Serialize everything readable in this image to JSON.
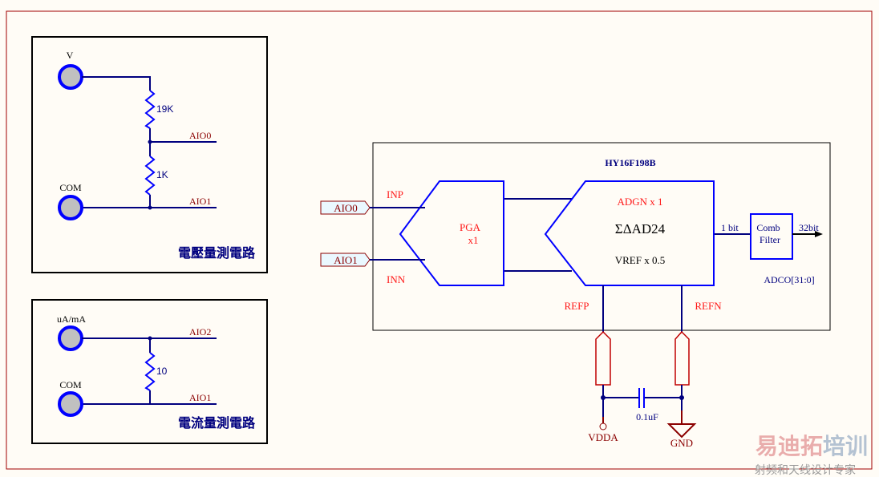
{
  "voltage_circuit": {
    "title": "電壓量測電路",
    "terminal_v": "V",
    "terminal_com": "COM",
    "r_top": "19K",
    "r_bottom": "1K",
    "net_out0": "AIO0",
    "net_out1": "AIO1"
  },
  "current_circuit": {
    "title": "電流量測電路",
    "terminal_in": "uA/mA",
    "terminal_com": "COM",
    "r_shunt": "10",
    "net_out0": "AIO2",
    "net_out1": "AIO1"
  },
  "chip": {
    "name": "HY16F198B",
    "port_in0": "AIO0",
    "port_in1": "AIO1",
    "inp": "INP",
    "inn": "INN",
    "pga_label": "PGA",
    "pga_gain": "x1",
    "adc_gain": "ADGN x 1",
    "adc_name": "ΣΔAD24",
    "adc_vref": "VREF x 0.5",
    "one_bit": "1 bit",
    "filter_line1": "Comb",
    "filter_line2": "Filter",
    "out_bits": "32bit",
    "out_reg": "ADCO[31:0]",
    "refp": "REFP",
    "refn": "REFN"
  },
  "external": {
    "cap": "0.1uF",
    "vdda": "VDDA",
    "gnd": "GND"
  },
  "watermark": {
    "brand_a": "易迪拓",
    "brand_b": "培训",
    "slogan": "射频和天线设计专家"
  },
  "colors": {
    "wire": "#00007f",
    "block": "#0000ff",
    "signal_label": "#ff1a1a",
    "power": "#8b0000"
  }
}
